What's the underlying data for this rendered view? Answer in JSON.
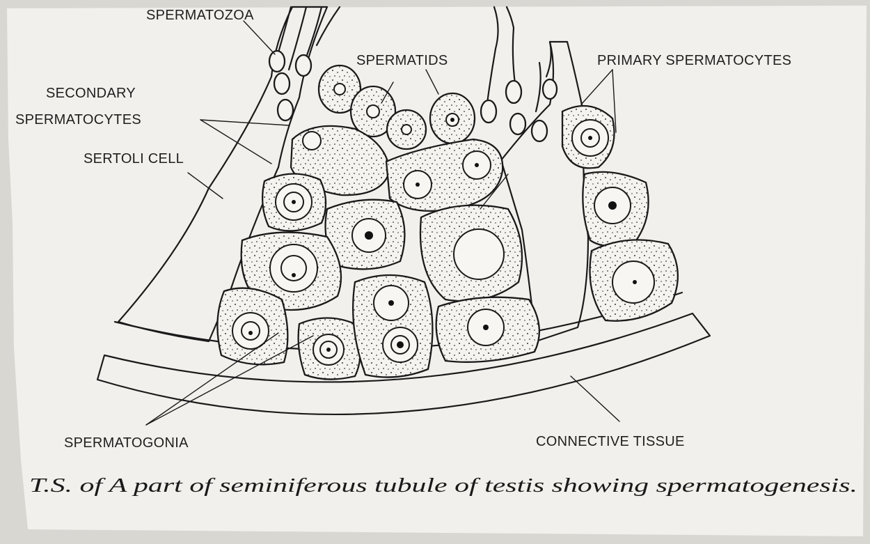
{
  "figure": {
    "labels": {
      "spermatozoa": "SPERMATOZOA",
      "spermatids": "SPERMATIDS",
      "primary_spermatocytes": "PRIMARY SPERMATOCYTES",
      "secondary_line1": "SECONDARY",
      "secondary_line2": "SPERMATOCYTES",
      "sertoli_cell": "SERTOLI CELL",
      "spermatogonia": "SPERMATOGONIA",
      "connective_tissue": "CONNECTIVE TISSUE"
    },
    "caption": "T.S. of A part of seminiferous tubule of testis showing spermatogenesis."
  }
}
